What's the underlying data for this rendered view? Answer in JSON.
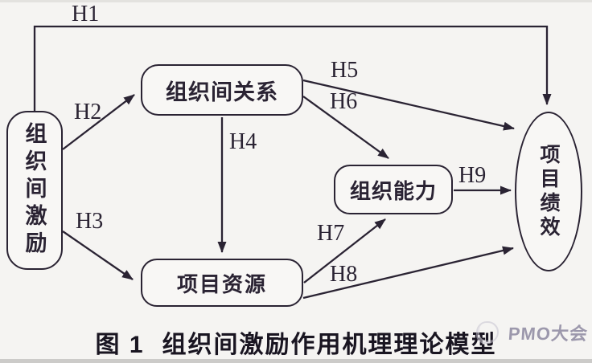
{
  "diagram": {
    "nodes": {
      "incentive": {
        "label": "组织间激励"
      },
      "relationship": {
        "label": "组织间关系"
      },
      "capability": {
        "label": "组织能力"
      },
      "resources": {
        "label": "项目资源"
      },
      "performance": {
        "label": "项目绩效"
      }
    },
    "hypotheses": {
      "h1": "H1",
      "h2": "H2",
      "h3": "H3",
      "h4": "H4",
      "h5": "H5",
      "h6": "H6",
      "h7": "H7",
      "h8": "H8",
      "h9": "H9"
    },
    "colors": {
      "line": "#2a2333",
      "node_border": "#2a2333",
      "background": "#f5f4f2",
      "caption_text": "#191521",
      "watermark": "#8d88a0"
    }
  },
  "caption": {
    "figure_label": "图 1",
    "title": "组织间激励作用机理理论模型"
  },
  "watermark": {
    "text": "PMO大会"
  }
}
